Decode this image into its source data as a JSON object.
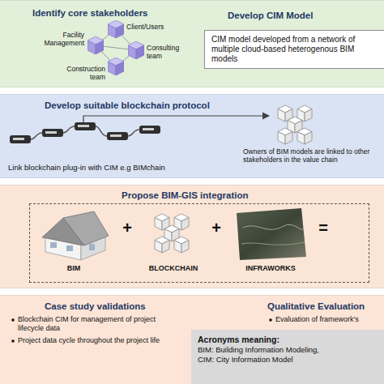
{
  "diagram": {
    "nodes": [
      {
        "text": [
          "Identify core stakeholders"
        ]
      },
      {
        "text": [
          "Develop CIM Model",
          "CIM model developed from a network of multiple cloud-based heterogenous BIM models"
        ],
        "in": 0
      },
      {
        "text": [
          "Develop suitable blockchain protocol",
          "Link blockchain plug-in with CIM e.g BIMchain"
        ]
      },
      {
        "text": [
          "Propose BIM-GIS integration"
        ]
      },
      {
        "text": [
          "BIM",
          "+",
          "BLOCKCHAIN",
          "+",
          "INFRAWORKS",
          "="
        ],
        "in": 3
      },
      {
        "text": [
          "Case study validations",
          "Blockchain CIM for management of project lifecycle data",
          "Project data cycle throughout the project life",
          "Qualitative Evaluation",
          "Evaluation of framework's"
        ]
      },
      {
        "text": [
          "Acronyms meaning:",
          "BIM: Building Information Modeling,",
          "CIM: City Information Model"
        ],
        "in": 5
      }
    ],
    "labels": [
      "Client/Users",
      "Facility Management",
      "Consulting team",
      "Construction team",
      "Owners of BIM models are linked to other stakeholders in the value chain"
    ]
  }
}
